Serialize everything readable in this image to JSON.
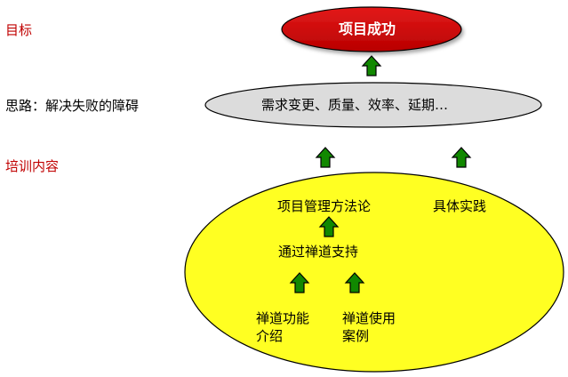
{
  "left_labels": {
    "goal": "目标",
    "approach": "思路：解决失败的障碍",
    "training": "培训内容"
  },
  "diagram": {
    "goal_node": "项目成功",
    "obstacle_node": "需求变更、质量、效率、延期…",
    "methodology": "项目管理方法论",
    "practice": "具体实践",
    "support": "通过禅道支持",
    "feature_intro": [
      "禅道功能",
      "介绍"
    ],
    "use_cases": [
      "禅道使用",
      "案例"
    ]
  },
  "colors": {
    "goal_fill": "#cc0000",
    "obstacle_fill": "#dcdcdc",
    "training_fill": "#ffff22",
    "arrow_fill": "#118800",
    "left_label_red": "#c00000"
  },
  "icons": [
    "up-arrow-icon"
  ]
}
